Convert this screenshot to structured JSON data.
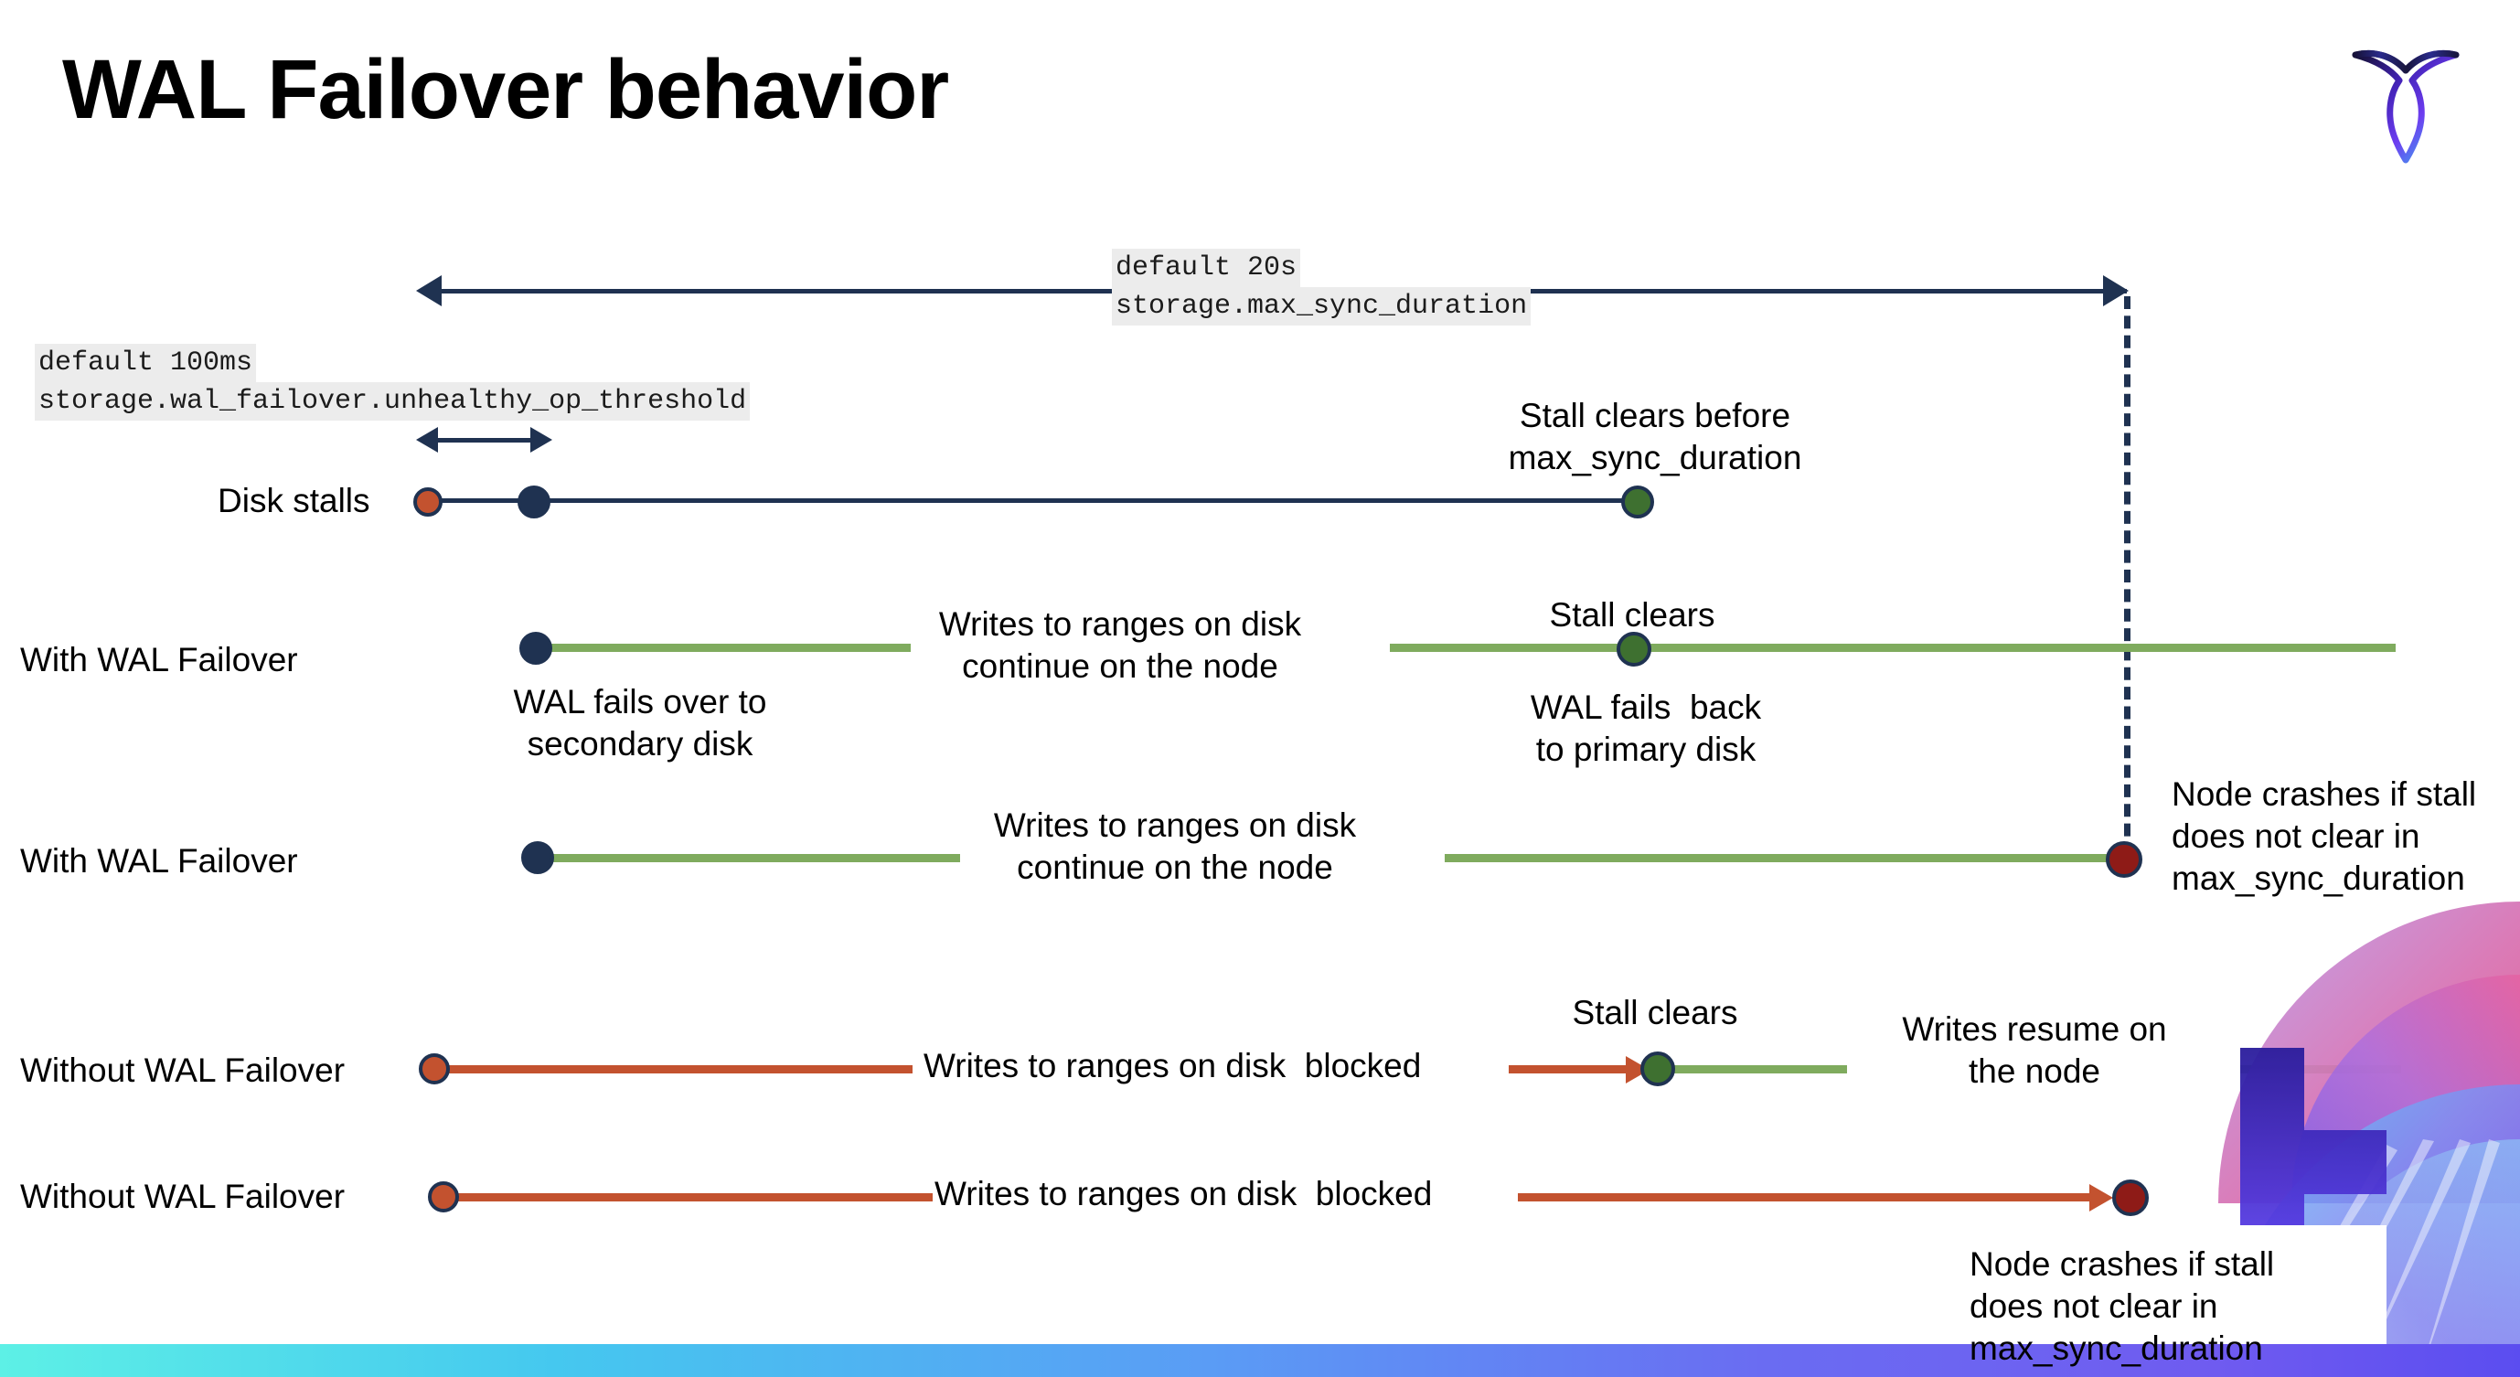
{
  "slide": {
    "title": "WAL Failover behavior",
    "logo_name": "cockroachdb-logo"
  },
  "annotations": {
    "max_sync": {
      "default": "default 20s",
      "setting": "storage.max_sync_duration"
    },
    "unhealthy_threshold": {
      "default": "default 100ms",
      "setting": "storage.wal_failover.unhealthy_op_threshold"
    }
  },
  "rows": [
    {
      "label": "Disk stalls",
      "notes": {
        "stall_clears_before": "Stall clears before\nmax_sync_duration"
      }
    },
    {
      "label": "With WAL Failover",
      "notes": {
        "writes_continue": "Writes to ranges on disk\ncontinue on the node",
        "stall_clears": "Stall clears",
        "wal_fails_over": "WAL fails over to\nsecondary disk",
        "wal_fails_back": "WAL fails  back\nto primary disk"
      }
    },
    {
      "label": "With WAL Failover",
      "notes": {
        "writes_continue": "Writes to ranges on disk\ncontinue on the node",
        "node_crashes": "Node crashes if stall\ndoes not clear in\nmax_sync_duration"
      }
    },
    {
      "label": "Without WAL Failover",
      "notes": {
        "writes_blocked": "Writes to ranges on disk  blocked",
        "stall_clears": "Stall clears",
        "writes_resume": "Writes resume on\nthe node"
      }
    },
    {
      "label": "Without WAL Failover",
      "notes": {
        "writes_blocked": "Writes to ranges on disk  blocked",
        "node_crashes": "Node crashes if stall\ndoes not clear in\nmax_sync_duration"
      }
    }
  ],
  "colors": {
    "navy": "#1f3251",
    "green_line": "#7fab5e",
    "green_dot": "#3e7030",
    "red_line": "#c3522f",
    "red_dot": "#c3522f",
    "dark_red_dot": "#8e1b17",
    "code_bg": "#ececec"
  }
}
